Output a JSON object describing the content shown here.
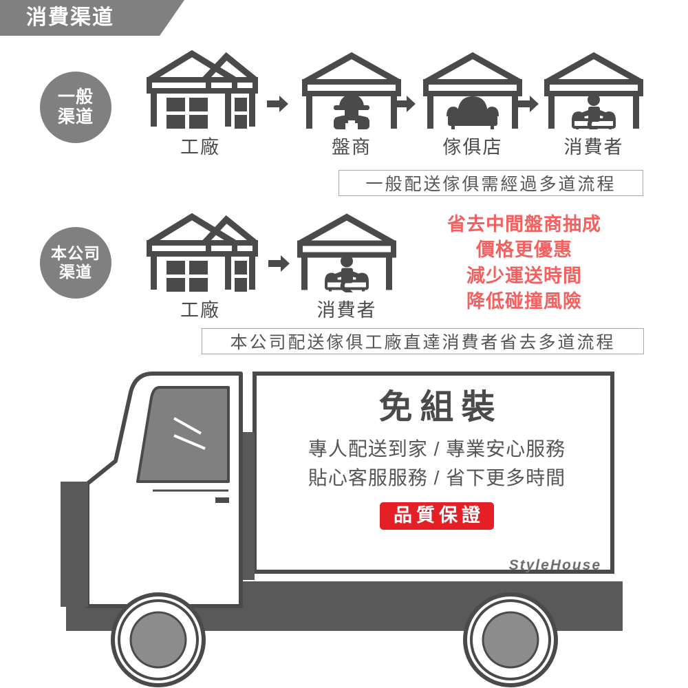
{
  "banner": {
    "title": "消費渠道"
  },
  "colors": {
    "gray_badge": "#808080",
    "dark_outline": "#4a4a4a",
    "benefit_red": "#f4605f",
    "quality_red": "#e41f26",
    "caption_border": "#a8a8a8"
  },
  "rows": [
    {
      "badge": {
        "line1": "一般",
        "line2": "渠道"
      },
      "nodes": [
        {
          "icon": "factory-icon",
          "label": "工廠"
        },
        {
          "icon": "wholesaler-icon",
          "label": "盤商"
        },
        {
          "icon": "furniture-store-icon",
          "label": "傢俱店"
        },
        {
          "icon": "consumer-icon",
          "label": "消費者"
        }
      ],
      "arrows": [
        "arrow-right-icon",
        "arrow-right-icon",
        "arrow-right-icon"
      ],
      "caption": "一般配送傢俱需經過多道流程"
    },
    {
      "badge": {
        "line1": "本公司",
        "line2": "渠道"
      },
      "nodes": [
        {
          "icon": "factory-icon",
          "label": "工廠"
        },
        {
          "icon": "consumer-icon",
          "label": "消費者"
        }
      ],
      "arrows": [
        "arrow-right-icon"
      ],
      "caption": "本公司配送傢俱工廠直達消費者省去多道流程"
    }
  ],
  "benefits": [
    "省去中間盤商抽成",
    "價格更優惠",
    "減少運送時間",
    "降低碰撞風險"
  ],
  "truck_panel": {
    "title": "免組裝",
    "lines": [
      "專人配送到家 / 專業安心服務",
      "貼心客服服務 / 省下更多時間"
    ],
    "quality_badge": "品質保證",
    "brand": "StyleHouse"
  }
}
